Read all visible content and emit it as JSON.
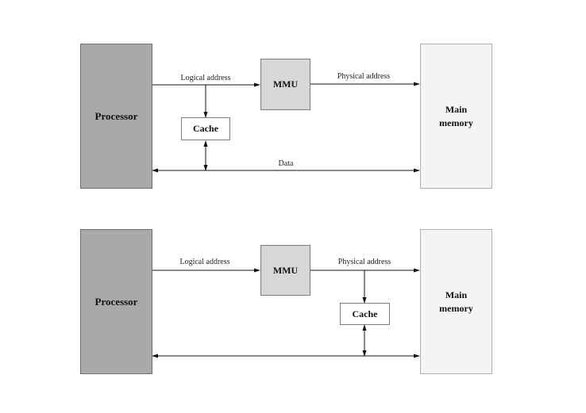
{
  "top_diagram": {
    "processor": "Processor",
    "mmu": "MMU",
    "cache": "Cache",
    "main_memory": "Main\nmemory",
    "logical_address": "Logical address",
    "physical_address": "Physical address",
    "data": "Data"
  },
  "bottom_diagram": {
    "processor": "Processor",
    "mmu": "MMU",
    "cache": "Cache",
    "main_memory": "Main\nmemory",
    "logical_address": "Logical address",
    "physical_address": "Physical address"
  },
  "colors": {
    "processor_fill": "#a9a9a9",
    "mmu_fill": "#d7d7d7",
    "memory_fill": "#f4f4f2",
    "line": "#111111"
  }
}
